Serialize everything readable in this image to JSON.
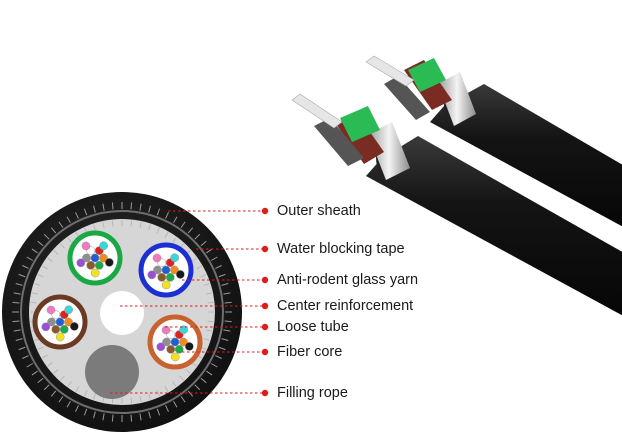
{
  "colors": {
    "sheath": "#1c1c1c",
    "inner_fill": "#d7d7d7",
    "glass_yarn_ring": "#8f8f8f",
    "leader_dot": "#e11a1a",
    "leader_line": "#e11a1a",
    "tube_green": "#1aa844",
    "tube_blue": "#1c2fd2",
    "tube_brown": "#6b3a24",
    "tube_orange": "#c8622e",
    "filling_rope": "#7a7a7a",
    "center_reinforcement": "#ffffff"
  },
  "fiber_colors": [
    "#1f5fd6",
    "#f28a1e",
    "#1fa84a",
    "#8a5a2b",
    "#8e8e8e",
    "#ffffff",
    "#e01f1f",
    "#1a1a1a",
    "#f2e21e",
    "#9b4fd6",
    "#f07ac0",
    "#38d6d6"
  ],
  "callouts": [
    {
      "id": "outer-sheath",
      "text": "Outer sheath"
    },
    {
      "id": "water-blocking-tape",
      "text": "Water blocking tape"
    },
    {
      "id": "anti-rodent-glass-yarn",
      "text": "Anti-rodent glass yarn"
    },
    {
      "id": "center-reinforcement",
      "text": "Center reinforcement"
    },
    {
      "id": "loose-tube",
      "text": "Loose tube"
    },
    {
      "id": "fiber-core",
      "text": "Fiber core"
    },
    {
      "id": "filling-rope",
      "text": "Filling rope"
    }
  ]
}
